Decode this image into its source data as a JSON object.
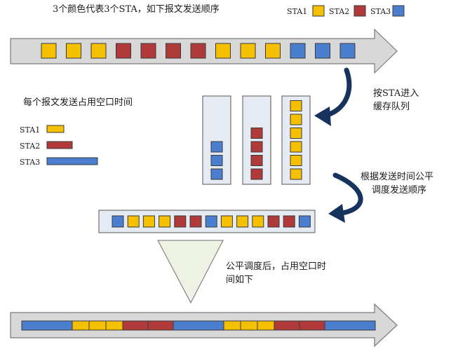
{
  "colors": {
    "sta1": "#f5c000",
    "sta2": "#b03a3a",
    "sta3": "#4a7fd0",
    "band_fill": "#d8d8d8",
    "band_stroke": "#7a7a7a",
    "queue_fill": "#e6eaf2",
    "funnel_fill": "#eef2e2",
    "arrow_dark": "#16335e"
  },
  "header": {
    "title": "3个颜色代表3个STA，如下报文发送顺序"
  },
  "legend": {
    "items": [
      {
        "label": "STA1",
        "sta": "sta1"
      },
      {
        "label": "STA2",
        "sta": "sta2"
      },
      {
        "label": "STA3",
        "sta": "sta3"
      }
    ]
  },
  "original_sequence": [
    "sta1",
    "sta1",
    "sta1",
    "sta2",
    "sta2",
    "sta2",
    "sta2",
    "sta1",
    "sta1",
    "sta1",
    "sta3",
    "sta3",
    "sta3"
  ],
  "airtime": {
    "title": "每个报文发送占用空口时间",
    "items": [
      {
        "label": "STA1",
        "sta": "sta1",
        "units": 1
      },
      {
        "label": "STA2",
        "sta": "sta2",
        "units": 1.5
      },
      {
        "label": "STA3",
        "sta": "sta3",
        "units": 3
      }
    ]
  },
  "queues": {
    "note_line1": "按STA进入",
    "note_line2": "缓存队列",
    "columns": [
      {
        "sta": "sta3",
        "count": 3
      },
      {
        "sta": "sta2",
        "count": 4
      },
      {
        "sta": "sta1",
        "count": 6
      }
    ]
  },
  "schedule": {
    "note_line1": "根据发送时间公平",
    "note_line2": "调度发送顺序",
    "sequence": [
      "sta3",
      "sta1",
      "sta1",
      "sta1",
      "sta2",
      "sta2",
      "sta3",
      "sta1",
      "sta1",
      "sta1",
      "sta2",
      "sta2",
      "sta3"
    ]
  },
  "result": {
    "note_line1": "公平调度后，占用空口时",
    "note_line2": "间如下",
    "sequence": [
      "sta3",
      "sta1",
      "sta1",
      "sta1",
      "sta2",
      "sta2",
      "sta3",
      "sta1",
      "sta1",
      "sta1",
      "sta2",
      "sta2",
      "sta3"
    ]
  }
}
